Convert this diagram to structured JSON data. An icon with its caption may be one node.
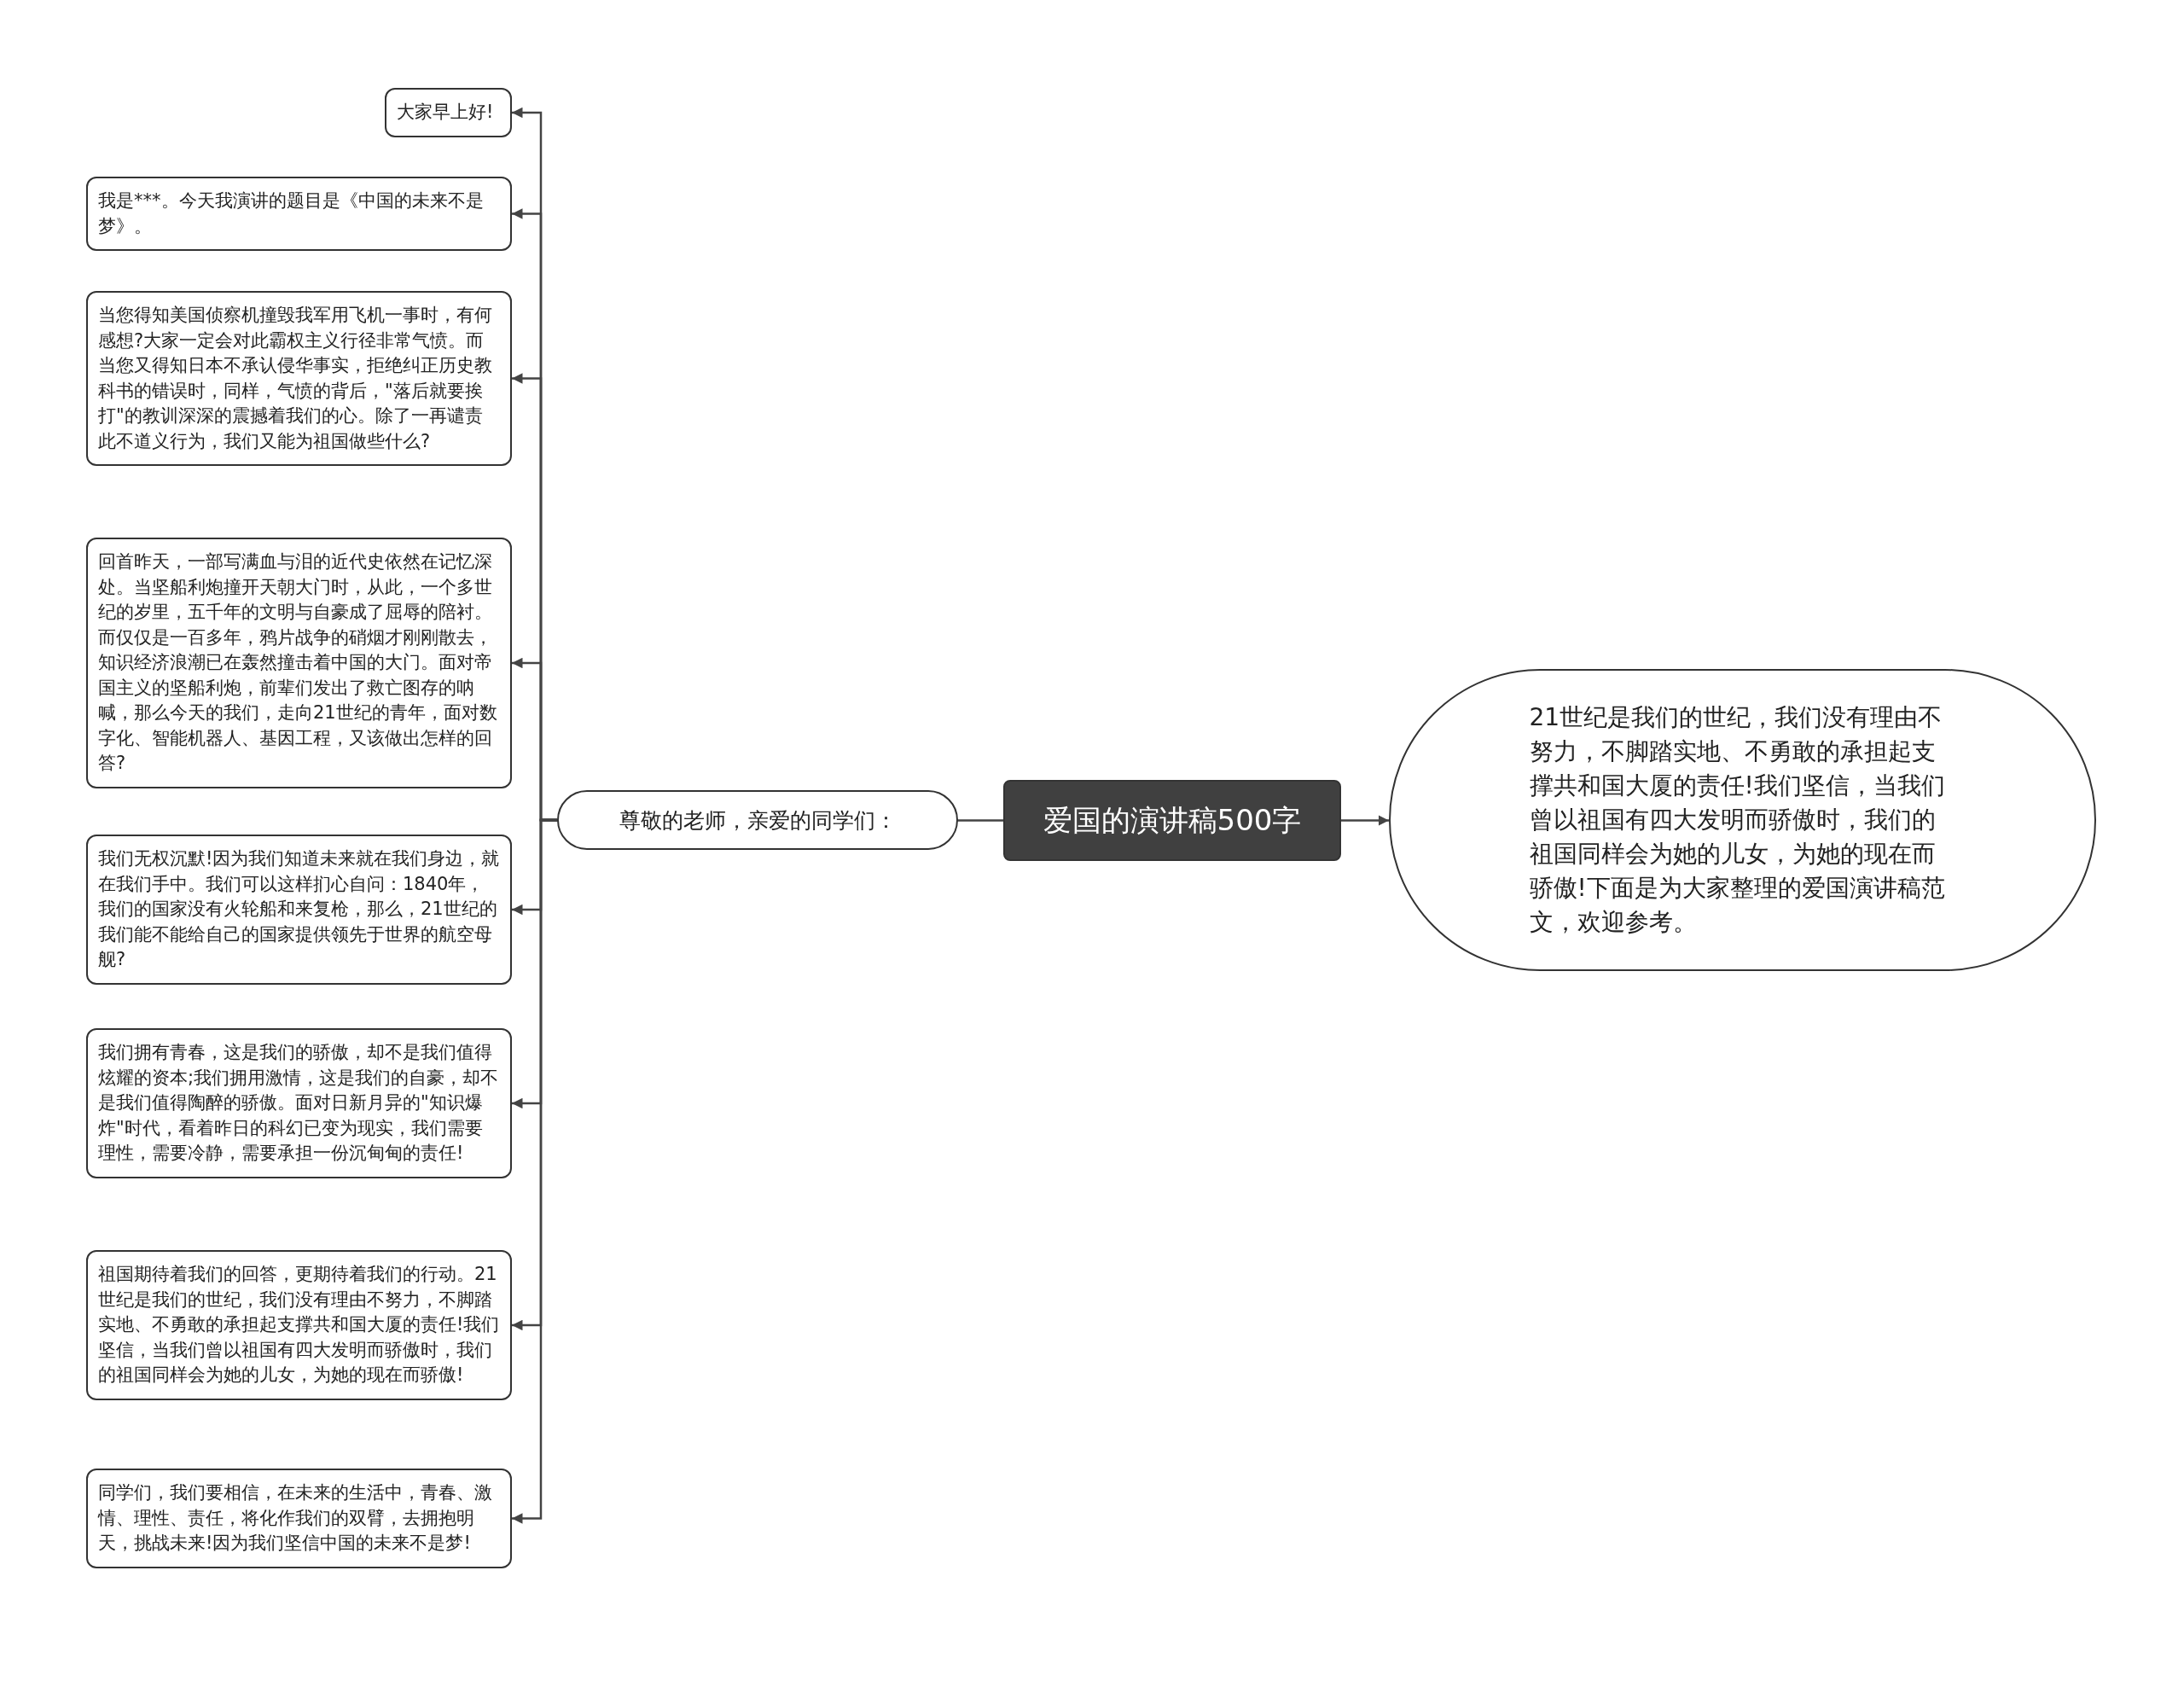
{
  "diagram": {
    "nodes": [
      {
        "text": [
          "爱国的演讲稿500字"
        ]
      },
      {
        "text": [
          "尊敬的老师，亲爱的同学们："
        ]
      },
      {
        "text": [
          "大家早上好!"
        ]
      },
      {
        "text": [
          "我是***。今天我演讲的题目是《中国的未来不是梦》。"
        ]
      },
      {
        "text": [
          "当您得知美国侦察机撞毁我军用飞机一事时，有何感想?大家一定会对此霸权主义行径非常气愤。而当您又得知日本不承认侵华事实，拒绝纠正历史教科书的错误时，同样，气愤的背后，\"落后就要挨打\"的教训深深的震撼着我们的心。除了一再谴责此不道义行为，我们又能为祖国做些什么?"
        ]
      },
      {
        "text": [
          "回首昨天，一部写满血与泪的近代史依然在记忆深处。当坚船利炮撞开天朝大门时，从此，一个多世纪的岁里，五千年的文明与自豪成了屈辱的陪衬。而仅仅是一百多年，鸦片战争的硝烟才刚刚散去，知识经济浪潮已在轰然撞击着中国的大门。面对帝国主义的坚船利炮，前辈们发出了救亡图存的呐喊，那么今天的我们，走向21世纪的青年，面对数字化、智能机器人、基因工程，又该做出怎样的回答?"
        ]
      },
      {
        "text": [
          "我们无权沉默!因为我们知道未来就在我们身边，就在我们手中。我们可以这样扪心自问：1840年，我们的国家没有火轮船和来复枪，那么，21世纪的我们能不能给自己的国家提供领先于世界的航空母舰?"
        ]
      },
      {
        "text": [
          "我们拥有青春，这是我们的骄傲，却不是我们值得炫耀的资本;我们拥用激情，这是我们的自豪，却不是我们值得陶醉的骄傲。面对日新月异的\"知识爆炸\"时代，看着昨日的科幻已变为现实，我们需要理性，需要冷静，需要承担一份沉甸甸的责任!"
        ]
      },
      {
        "text": [
          "祖国期待着我们的回答，更期待着我们的行动。21世纪是我们的世纪，我们没有理由不努力，不脚踏实地、不勇敢的承担起支撑共和国大厦的责任!我们坚信，当我们曾以祖国有四大发明而骄傲时，我们的祖国同样会为她的儿女，为她的现在而骄傲!"
        ]
      },
      {
        "text": [
          "同学们，我们要相信，在未来的生活中，青春、激情、理性、责任，将化作我们的双臂，去拥抱明天，挑战未来!因为我们坚信中国的未来不是梦!"
        ]
      },
      {
        "text": [
          "21世纪是我们的世纪，我们没有理由不努力，不脚踏实地、不勇敢的承担起支撑共和国大厦的责任!我们坚信，当我们曾以祖国有四大发明而骄傲时，我们的祖国同样会为她的儿女，为她的现在而骄傲!下面是为大家整理的爱国演讲稿范文，欢迎参考。"
        ]
      }
    ],
    "edges": [
      {
        "from": 0,
        "to": 1,
        "arrow": "to"
      },
      {
        "from": 0,
        "to": 10,
        "arrow": "to"
      },
      {
        "from": 1,
        "to": 2,
        "arrow": "to"
      },
      {
        "from": 1,
        "to": 3,
        "arrow": "to"
      },
      {
        "from": 1,
        "to": 4,
        "arrow": "to"
      },
      {
        "from": 1,
        "to": 5,
        "arrow": "to"
      },
      {
        "from": 1,
        "to": 6,
        "arrow": "to"
      },
      {
        "from": 1,
        "to": 7,
        "arrow": "to"
      },
      {
        "from": 1,
        "to": 8,
        "arrow": "to"
      },
      {
        "from": 1,
        "to": 9,
        "arrow": "to"
      }
    ]
  }
}
